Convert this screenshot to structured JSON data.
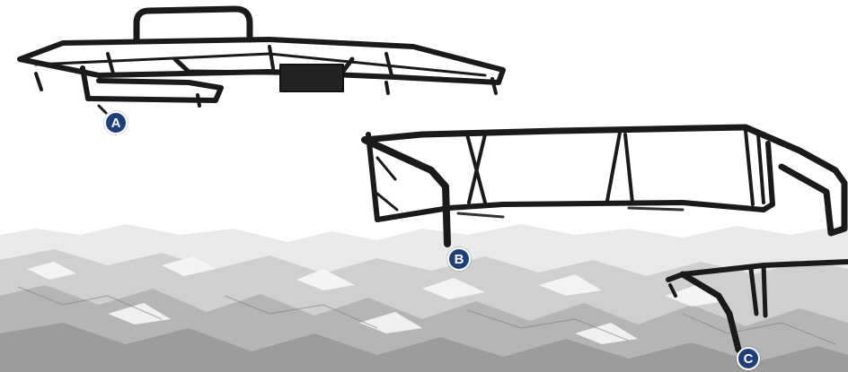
{
  "callouts": [
    {
      "letter": "A",
      "subject": "roof-rack"
    },
    {
      "letter": "B",
      "subject": "bed-rack"
    },
    {
      "letter": "C",
      "subject": "rear-rack"
    }
  ],
  "colors": {
    "badge_fill": "#1f3f7a",
    "frame_tube": "#1a1a1a",
    "mountain_snow": "#f2f2f2",
    "mountain_rock": "#9a9a9a"
  }
}
